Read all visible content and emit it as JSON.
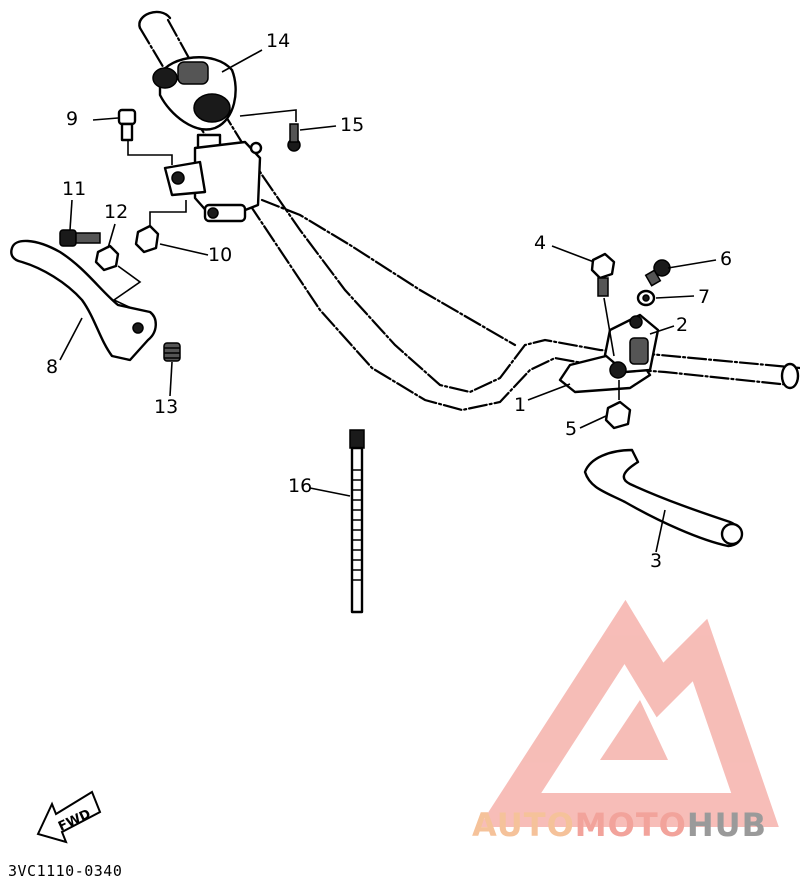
{
  "diagram": {
    "part_labels": {
      "p1": "1",
      "p2": "2",
      "p3": "3",
      "p4": "4",
      "p5": "5",
      "p6": "6",
      "p7": "7",
      "p8": "8",
      "p9": "9",
      "p10": "10",
      "p11": "11",
      "p12": "12",
      "p13": "13",
      "p14": "14",
      "p15": "15",
      "p16": "16"
    },
    "fwd_label": "FWD",
    "drawing_code": "3VC1110-0340"
  },
  "watermark": {
    "brand_auto": "AUTO",
    "brand_moto": "MOTO",
    "brand_hub": "HUB",
    "colors": {
      "auto": "#f5c29a",
      "moto": "#f2a39b",
      "hub": "#9a9a9a",
      "triangle": "#f4a7a0"
    }
  }
}
